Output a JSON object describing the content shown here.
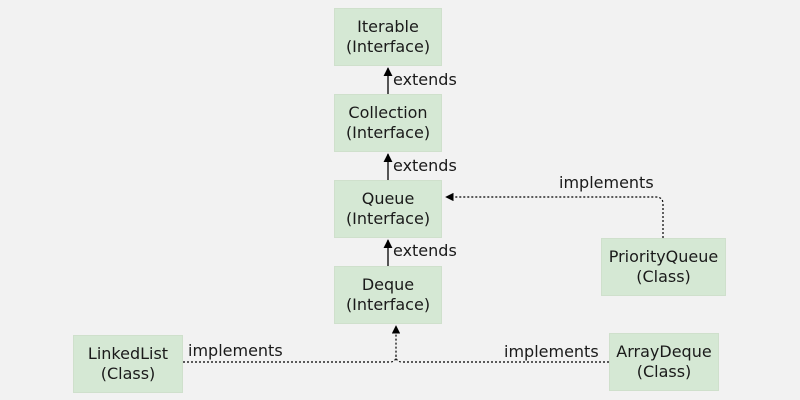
{
  "nodes": {
    "iterable": {
      "name": "Iterable",
      "kind": "(Interface)"
    },
    "collection": {
      "name": "Collection",
      "kind": "(Interface)"
    },
    "queue": {
      "name": "Queue",
      "kind": "(Interface)"
    },
    "deque": {
      "name": "Deque",
      "kind": "(Interface)"
    },
    "priorityqueue": {
      "name": "PriorityQueue",
      "kind": "(Class)"
    },
    "linkedlist": {
      "name": "LinkedList",
      "kind": "(Class)"
    },
    "arraydeque": {
      "name": "ArrayDeque",
      "kind": "(Class)"
    }
  },
  "edges": {
    "collection_iterable": "extends",
    "queue_collection": "extends",
    "deque_queue": "extends",
    "priorityqueue_queue": "implements",
    "linkedlist_deque": "implements",
    "arraydeque_deque": "implements"
  },
  "colors": {
    "node_fill": "#d5e8d4",
    "background": "#f2f2f2",
    "line": "#000000"
  }
}
